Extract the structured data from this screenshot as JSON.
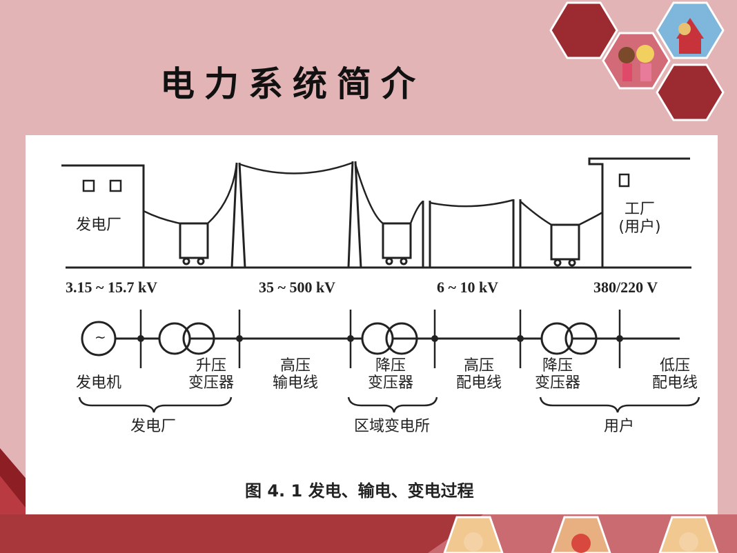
{
  "slide": {
    "title": "电力系统简介",
    "colors": {
      "background": "#e2b4b6",
      "hex_dark": "#9b2b31",
      "hex_outline": "#ffffff"
    }
  },
  "diagram": {
    "scene": {
      "power_plant": "发电厂",
      "factory_line1": "工厂",
      "factory_line2": "(用户)"
    },
    "voltages": [
      "3.15 ~ 15.7 kV",
      "35 ~ 500 kV",
      "6 ~ 10 kV",
      "380/220 V"
    ],
    "generator_symbol": "~",
    "components": {
      "generator": "发电机",
      "step_up_1": "升压",
      "step_up_2": "变压器",
      "hv_line_1": "高压",
      "hv_line_2": "输电线",
      "step_down_1_1": "降压",
      "step_down_1_2": "变压器",
      "hv_dist_1": "高压",
      "hv_dist_2": "配电线",
      "step_down_2_1": "降压",
      "step_down_2_2": "变压器",
      "lv_dist_1": "低压",
      "lv_dist_2": "配电线"
    },
    "groups": {
      "plant": "发电厂",
      "substation": "区域变电所",
      "user": "用户"
    },
    "caption": "图 4. 1    发电、输电、变电过程"
  }
}
